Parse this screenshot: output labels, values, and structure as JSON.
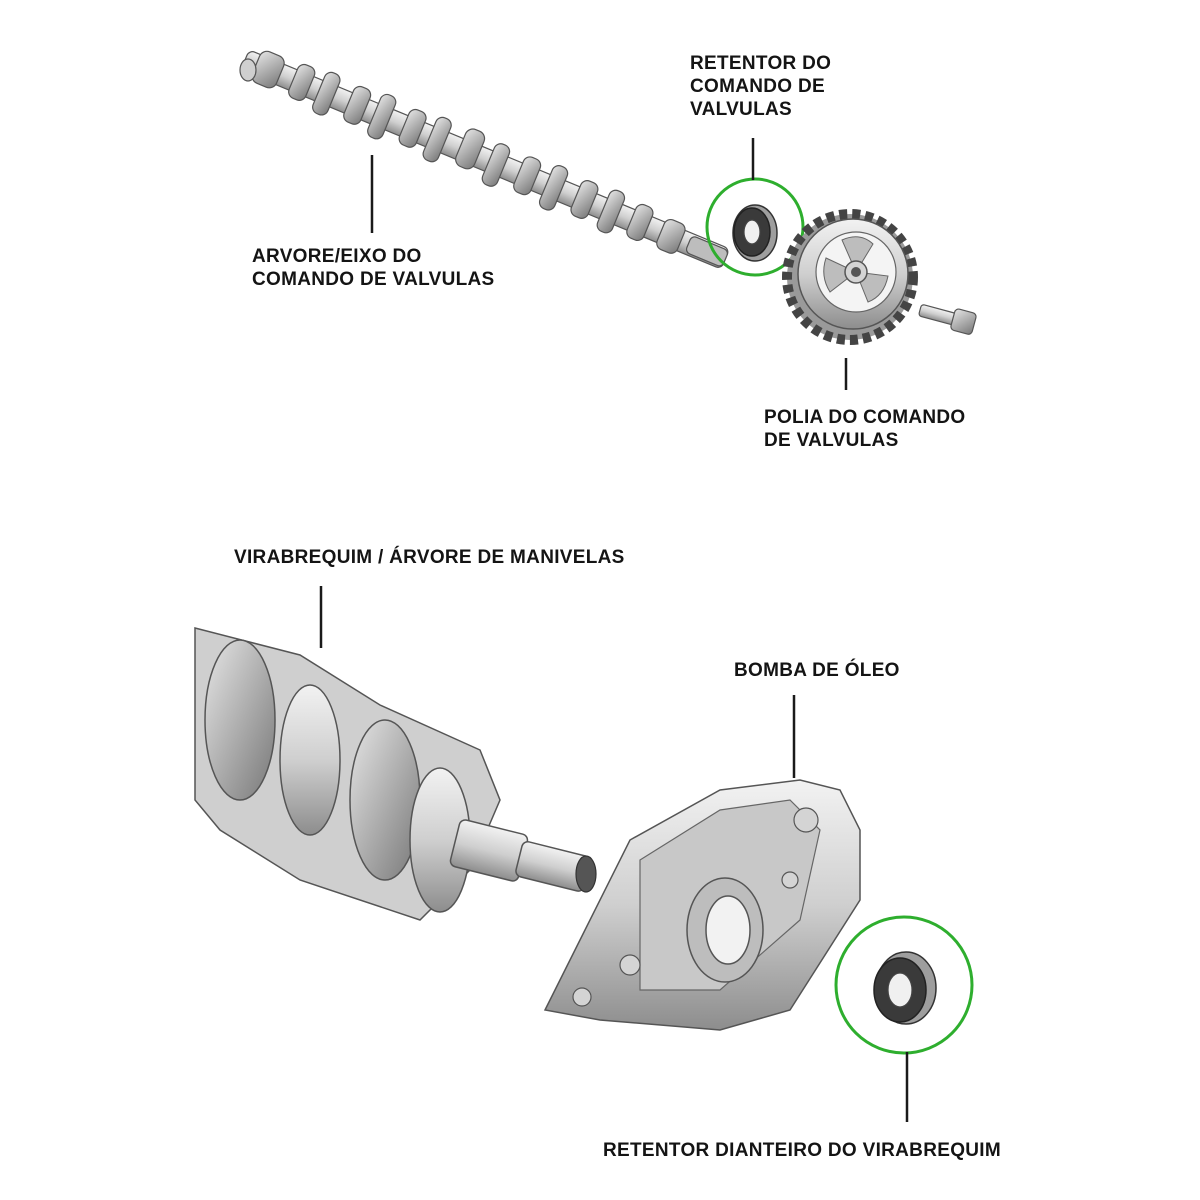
{
  "labels": {
    "camshaft_seal": [
      "RETENTOR DO",
      "COMANDO DE",
      "VALVULAS"
    ],
    "camshaft": [
      "ARVORE/EIXO DO",
      "COMANDO DE VALVULAS"
    ],
    "cam_pulley": [
      "POLIA DO COMANDO",
      "DE VALVULAS"
    ],
    "crankshaft": "VIRABREQUIM / ÁRVORE DE MANIVELAS",
    "oil_pump": "BOMBA DE ÓLEO",
    "crank_seal": "RETENTOR DIANTEIRO DO VIRABREQUIM"
  },
  "colors": {
    "highlight_ring": "#2eae2e",
    "leader_line": "#1a1a1a",
    "part_metal": "#d9d9d9",
    "part_shadow": "#8c8c8c",
    "seal_rubber": "#3a3a3a"
  }
}
